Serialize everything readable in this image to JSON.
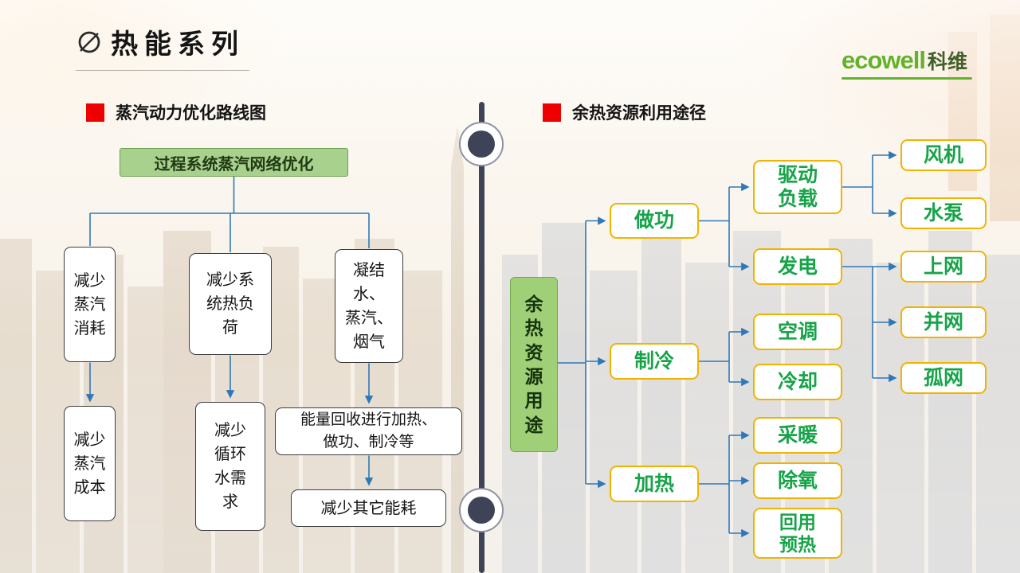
{
  "slide": {
    "title": "热能系列"
  },
  "logo": {
    "brand": "ecowell",
    "brand_cn": "科维"
  },
  "colors": {
    "accent_red": "#ee0000",
    "brand_green": "#63b22c",
    "node_green_fill": "#a9d18e",
    "gold_border": "#f0b400",
    "line_blue": "#2f78b8",
    "timeline_navy": "#3e4357",
    "right_text_green": "#17a449"
  },
  "left": {
    "section_title": "蒸汽动力优化路线图",
    "root": "过程系统蒸汽网络优化",
    "nodes": {
      "reduce_steam_consumption": "减少\n蒸汽\n消耗",
      "reduce_system_heat_load": "减少系\n统热负\n荷",
      "condensate_steam_fluegas": "凝结\n水、\n蒸汽、\n烟气",
      "reduce_steam_cost": "减少\n蒸汽\n成本",
      "reduce_circulating_water": "减少\n循环\n水需\n求",
      "energy_recovery": "能量回收进行加热、\n做功、制冷等",
      "reduce_other_energy": "减少其它能耗"
    }
  },
  "right": {
    "section_title": "余热资源利用途径",
    "root": "余\n热\n资\n源\n用\n途",
    "nodes": {
      "work": "做功",
      "drive_load": "驱动\n负载",
      "power_generation": "发电",
      "fan": "风机",
      "water_pump": "水泵",
      "grid_feed": "上网",
      "grid_connected": "并网",
      "islanded_grid": "孤网",
      "refrigeration": "制冷",
      "air_conditioning": "空调",
      "cooling": "冷却",
      "heating": "加热",
      "space_heating": "采暖",
      "deaeration": "除氧",
      "reuse_preheat": "回用\n预热"
    }
  }
}
